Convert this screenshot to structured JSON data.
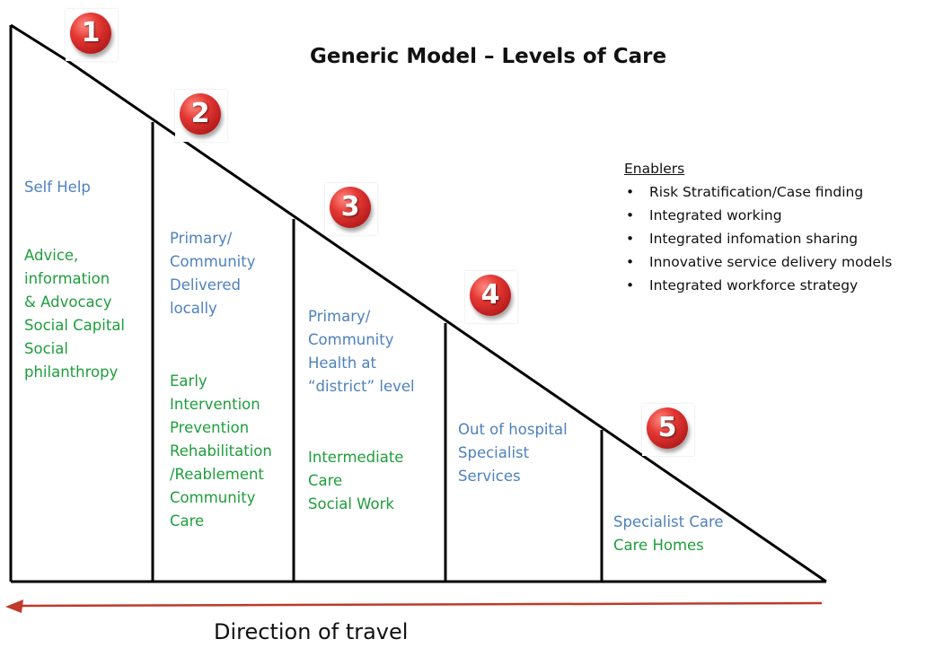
{
  "title": "Generic Model – Levels of Care",
  "levels": [
    {
      "number": "1",
      "blue_lines": [
        "Self Help"
      ],
      "green_lines": [
        "Advice,",
        "information",
        "& Advocacy",
        "Social Capital",
        "Social",
        "philanthropy"
      ]
    },
    {
      "number": "2",
      "blue_lines": [
        "Primary/",
        "Community",
        "Delivered",
        "locally"
      ],
      "green_lines": [
        "Early",
        "Intervention",
        "Prevention",
        "Rehabilitation",
        "/Reablement",
        "Community",
        "Care"
      ]
    },
    {
      "number": "3",
      "blue_lines": [
        "Primary/",
        "Community",
        "Health at",
        "“district” level"
      ],
      "green_lines": [
        "Intermediate",
        "Care",
        "Social Work"
      ]
    },
    {
      "number": "4",
      "blue_lines": [
        "Out of hospital",
        "Specialist",
        "Services"
      ],
      "green_lines": []
    },
    {
      "number": "5",
      "blue_lines": [
        "Specialist Care"
      ],
      "green_lines": [
        "Care Homes"
      ]
    }
  ],
  "enablers": {
    "heading": "Enablers",
    "items": [
      "Risk Stratification/Case finding",
      "Integrated working",
      "Integrated infomation sharing",
      "Innovative service delivery models",
      "Integrated workforce strategy"
    ]
  },
  "direction_label": "Direction of travel",
  "colors": {
    "level_blue": "#4f81bd",
    "level_green": "#1f9e3c",
    "arrow_red": "#c0392b",
    "badge_red": "#e53935",
    "outline": "#000000"
  }
}
